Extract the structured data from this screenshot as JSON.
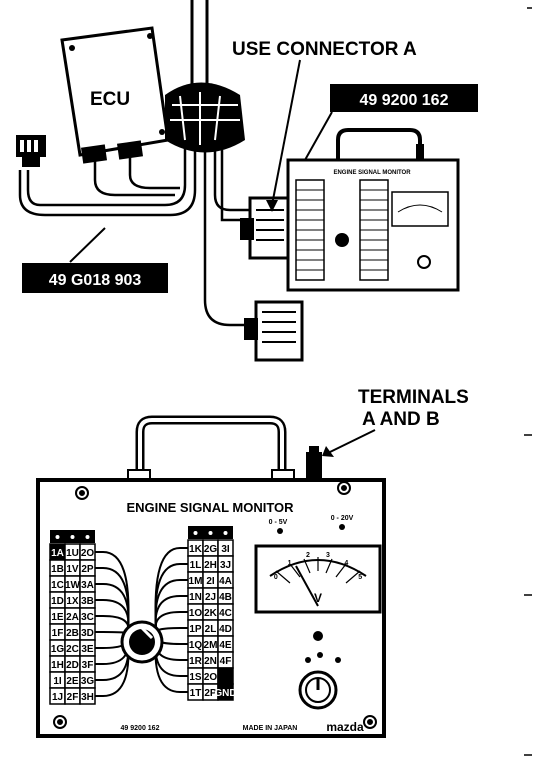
{
  "labels": {
    "use_connector": "USE CONNECTOR A",
    "part_monitor": "49 9200 162",
    "ecu": "ECU",
    "part_harness": "49 G018 903",
    "terminals_line1": "TERMINALS",
    "terminals_line2": "A AND B"
  },
  "small_monitor": {
    "title": "ENGINE SIGNAL MONITOR"
  },
  "big_monitor": {
    "title": "ENGINE SIGNAL MONITOR",
    "range_left": "0 - 5V",
    "range_right": "0 - 20V",
    "meter_unit": "V",
    "meter_scale": [
      "0",
      "1",
      "2",
      "3",
      "4",
      "5"
    ],
    "footer_left": "49 9200 162",
    "footer_mid": "MADE IN JAPAN",
    "brand": "mazda",
    "left_rows": [
      [
        "1A",
        "1U",
        "2O"
      ],
      [
        "1B",
        "1V",
        "2P"
      ],
      [
        "1C",
        "1W",
        "3A"
      ],
      [
        "1D",
        "1X",
        "3B"
      ],
      [
        "1E",
        "2A",
        "3C"
      ],
      [
        "1F",
        "2B",
        "3D"
      ],
      [
        "1G",
        "2C",
        "3E"
      ],
      [
        "1H",
        "2D",
        "3F"
      ],
      [
        "1I",
        "2E",
        "3G"
      ],
      [
        "1J",
        "2F",
        "3H"
      ]
    ],
    "right_rows": [
      [
        "1K",
        "2G",
        "3I"
      ],
      [
        "1L",
        "2H",
        "3J"
      ],
      [
        "1M",
        "2I",
        "4A"
      ],
      [
        "1N",
        "2J",
        "4B"
      ],
      [
        "1O",
        "2K",
        "4C"
      ],
      [
        "1P",
        "2L",
        "4D"
      ],
      [
        "1Q",
        "2M",
        "4E"
      ],
      [
        "1R",
        "2N",
        "4F"
      ],
      [
        "1S",
        "2O",
        ""
      ],
      [
        "1T",
        "2P",
        "GND"
      ]
    ]
  }
}
